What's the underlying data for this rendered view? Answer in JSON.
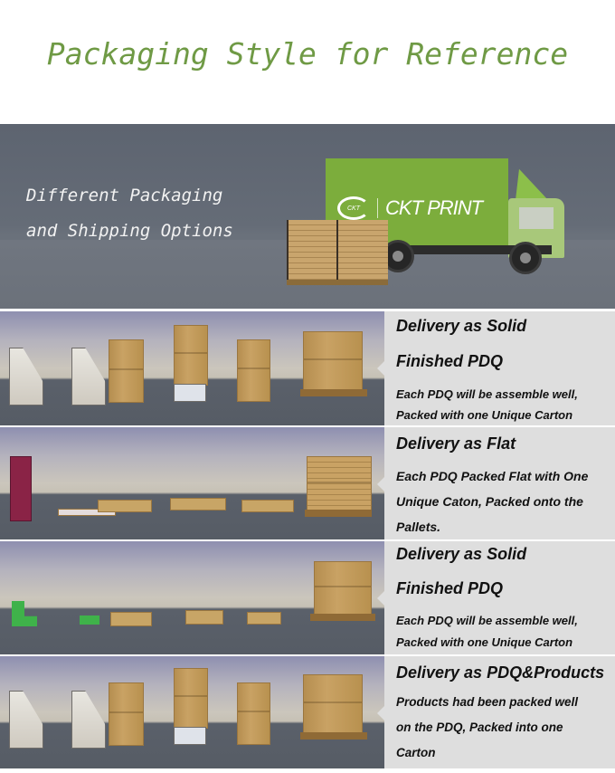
{
  "page": {
    "title": "Packaging Style for Reference"
  },
  "banner": {
    "line1": "Different Packaging",
    "line2": "and Shipping Options",
    "truck_brand": "CKT PRINT",
    "logo_mark": "CKT",
    "brand_color": "#7cad3c"
  },
  "title_color": "#6f9a45",
  "sections": [
    {
      "scene": "solid-finished-pdq-cartons",
      "heading_line1": "Delivery as Solid",
      "heading_line2": "Finished PDQ",
      "desc_line1": "Each PDQ will be assemble well,",
      "desc_line2": "Packed with one Unique Carton"
    },
    {
      "scene": "flat-pdq-pallets",
      "heading_line1": "Delivery as Flat",
      "desc_line1": "Each PDQ Packed Flat with One",
      "desc_line2": "Unique Caton, Packed onto the",
      "desc_line3": "Pallets."
    },
    {
      "scene": "solid-finished-pdq-small-cartons",
      "heading_line1": "Delivery as Solid",
      "heading_line2": "Finished PDQ",
      "desc_line1": "Each PDQ will be assemble well,",
      "desc_line2": "Packed with one Unique Carton"
    },
    {
      "scene": "pdq-and-products-cartons",
      "heading_line1": "Delivery as PDQ&Products",
      "desc_line1": "Products had been packed well",
      "desc_line2": "on the PDQ, Packed into one",
      "desc_line3": "Carton"
    }
  ]
}
